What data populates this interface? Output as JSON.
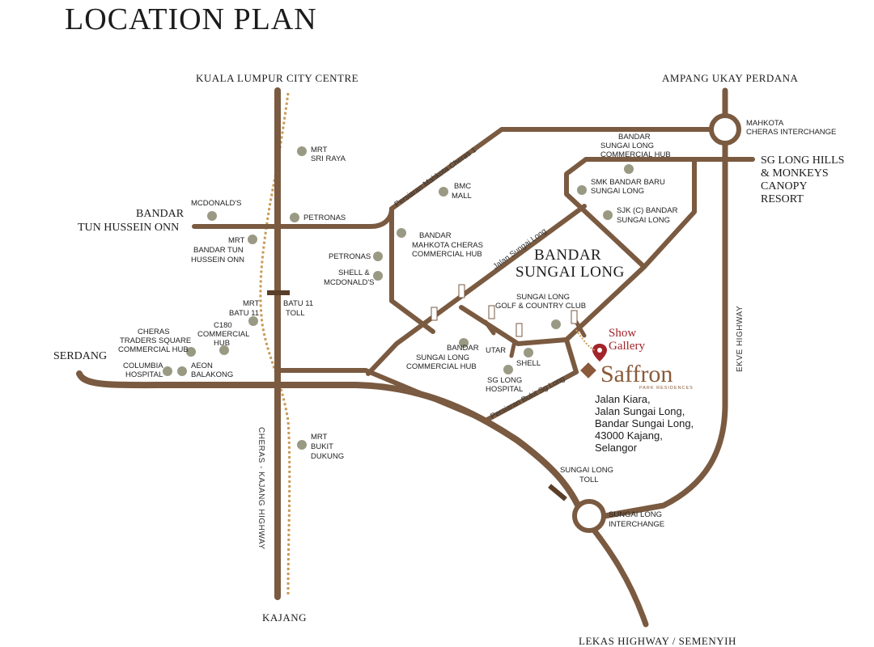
{
  "title": "LOCATION PLAN",
  "directions": {
    "north": "KUALA LUMPUR CITY CENTRE",
    "northeast": "AMPANG UKAY PERDANA",
    "east": [
      "SG LONG HILLS",
      "& MONKEYS",
      "CANOPY",
      "RESORT"
    ],
    "west_top": [
      "BANDAR",
      "TUN HUSSEIN ONN"
    ],
    "west": "SERDANG",
    "south": "KAJANG",
    "southeast": "LEKAS HIGHWAY / SEMENYIH"
  },
  "area_name": [
    "BANDAR",
    "SUNGAI LONG"
  ],
  "highways": {
    "cheras_kajang": "CHERAS - KAJANG HIGHWAY",
    "ekve": "EKVE HIGHWAY"
  },
  "roads": {
    "mahkota_cheras": "Persiaran Mahkota Cheras 1",
    "jalan_sungai_long": "Jalan Sungai Long",
    "bukit_sg_long": "Persiaran Bukit Sg Long"
  },
  "interchanges": {
    "mahkota": [
      "MAHKOTA",
      "CHERAS INTERCHANGE"
    ],
    "sungai_long": [
      "SUNGAI LONG",
      "INTERCHANGE"
    ]
  },
  "tolls": {
    "batu11": [
      "BATU 11",
      "TOLL"
    ],
    "sungai_long": [
      "SUNGAI LONG",
      "TOLL"
    ]
  },
  "pois": {
    "mrt_sri_raya": [
      "MRT",
      "SRI RAYA"
    ],
    "mcdonalds": "MCDONALD'S",
    "petronas_w": "PETRONAS",
    "mrt_bth": [
      "MRT",
      "BANDAR TUN",
      "HUSSEIN ONN"
    ],
    "mrt_batu11": [
      "MRT",
      "BATU 11"
    ],
    "c180": [
      "C180",
      "COMMERCIAL",
      "HUB"
    ],
    "traders": [
      "CHERAS",
      "TRADERS SQUARE",
      "COMMERCIAL HUB"
    ],
    "columbia": [
      "COLUMBIA",
      "HOSPITAL"
    ],
    "aeon": [
      "AEON",
      "BALAKONG"
    ],
    "mrt_bukit_dukung": [
      "MRT",
      "BUKIT",
      "DUKUNG"
    ],
    "bmc": [
      "BMC",
      "MALL"
    ],
    "bmc_hub": [
      "BANDAR",
      "MAHKOTA CHERAS",
      "COMMERCIAL HUB"
    ],
    "petronas_c": "PETRONAS",
    "shell_mcd": [
      "SHELL &",
      "MCDONALD'S"
    ],
    "sg_long_commercial": [
      "BANDAR",
      "SUNGAI LONG",
      "COMMERCIAL HUB"
    ],
    "golf": [
      "SUNGAI LONG",
      "GOLF & COUNTRY CLUB"
    ],
    "utar": "UTAR",
    "shell_c": "SHELL",
    "sg_long_hospital": [
      "SG LONG",
      "HOSPITAL"
    ],
    "bsl_commercial": [
      "BANDAR",
      "SUNGAI LONG",
      "COMMERCIAL HUB"
    ],
    "smk": [
      "SMK BANDAR BARU",
      "SUNGAI LONG"
    ],
    "sjk": [
      "SJK (C) BANDAR",
      "SUNGAI LONG"
    ]
  },
  "show_gallery": [
    "Show",
    "Gallery"
  ],
  "brand": {
    "name": "Saffron",
    "tagline": "PARK RESIDENCES"
  },
  "address": [
    "Jalan Kiara,",
    "Jalan Sungai Long,",
    "Bandar Sungai Long,",
    "43000 Kajang,",
    "Selangor"
  ],
  "colors": {
    "road": "#7a5a40",
    "mrt_line": "#c99a55",
    "poi": "#9a9a84",
    "marker": "#a3242a",
    "brand": "#8a5a3a"
  }
}
